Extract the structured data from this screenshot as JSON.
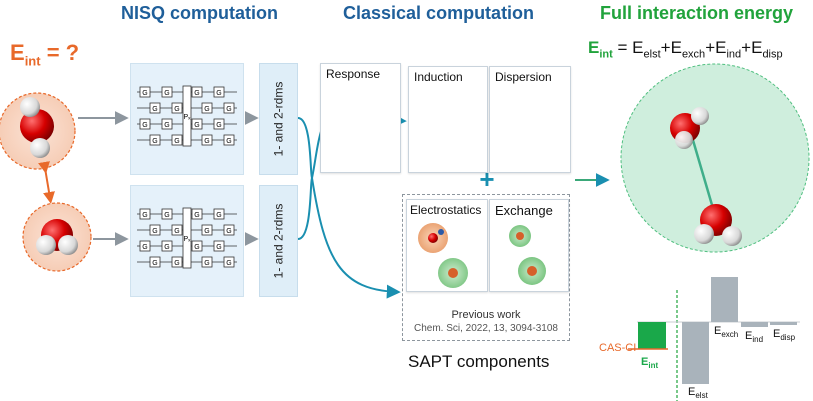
{
  "headers": {
    "nisq": "NISQ computation",
    "classical": "Classical computation",
    "full": "Full interaction energy"
  },
  "eint_question": {
    "e": "E",
    "sub": "int",
    "rest": " = ?"
  },
  "equation": {
    "lhs": "E",
    "lhs_sub": "int",
    "rhs": "= E<sub>elst</sub>+E<sub>exch</sub>+E<sub>ind</sub>+E<sub>disp</sub>"
  },
  "rdm_label": "1- and 2-rdms",
  "gate_label": "G",
  "perm_label": "Pₓ",
  "panels": {
    "response": "Response",
    "induction": "Induction",
    "dispersion": "Dispersion",
    "electrostatics": "Electrostatics",
    "exchange": "Exchange"
  },
  "previous_work": {
    "title": "Previous work",
    "citation": "Chem. Sci, 2022, 13, 3094-3108"
  },
  "sapt_label": "SAPT components",
  "plus": "+",
  "bar_chart": {
    "cas_ci_label": "CAS-CI",
    "labels": {
      "eint": "E<sub>int</sub>",
      "elst": "E<sub>elst</sub>",
      "exch": "E<sub>exch</sub>",
      "ind": "E<sub>ind</sub>",
      "disp": "E<sub>disp</sub>"
    },
    "colors": {
      "eint": "#1aa84a",
      "sapt": "#a9b3bb",
      "cas_line": "#e8692a"
    }
  },
  "colors": {
    "orange": "#e8692a",
    "blue": "#1f5f9a",
    "green": "#21a33c",
    "teal": "#1a8fb0"
  }
}
